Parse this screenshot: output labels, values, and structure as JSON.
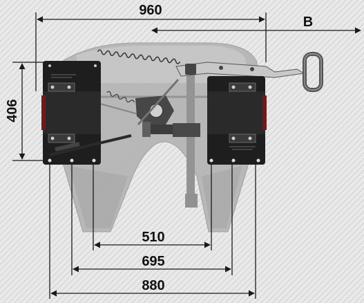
{
  "dimensions": {
    "width_overall": "960",
    "stroke_b": "B",
    "height_side": "406",
    "inner_510": "510",
    "inner_695": "695",
    "outer_880": "880"
  },
  "colors": {
    "background_hatch": "#d8d8d8",
    "plate": "#b9b9b9",
    "plate_dark": "#8f8f8f",
    "pad_black": "#1c1c1c",
    "pad_red": "#7a1a1a",
    "dimension_line": "#1a1a1a"
  },
  "icons": {
    "pull_handle": "pull-handle-icon",
    "spring": "coil-spring-icon"
  }
}
